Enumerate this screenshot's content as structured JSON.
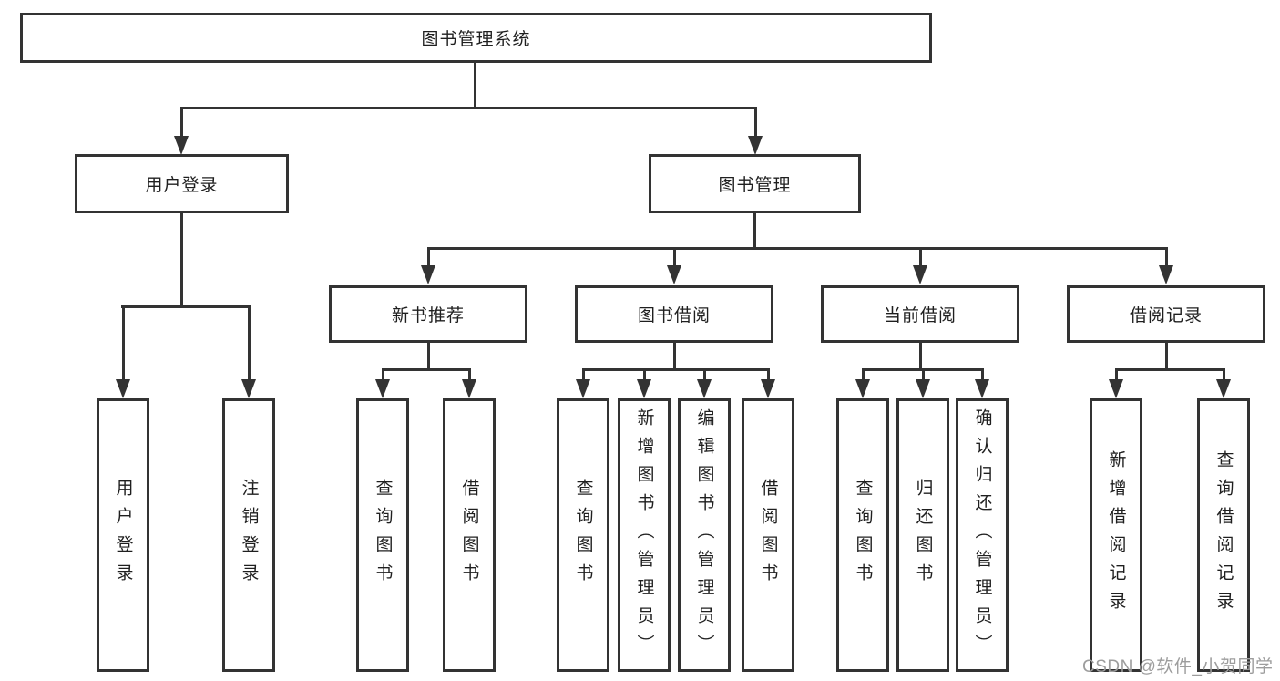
{
  "diagram": {
    "root": "图书管理系统",
    "level2": {
      "user_login": "用户登录",
      "book_mgmt": "图书管理"
    },
    "user_login_children": [
      "用户登录",
      "注销登录"
    ],
    "book_mgmt_children": [
      "新书推荐",
      "图书借阅",
      "当前借阅",
      "借阅记录"
    ],
    "new_book_children": [
      "查询图书",
      "借阅图书"
    ],
    "borrow_children": [
      "查询图书",
      "新增图书（管理员）",
      "编辑图书（管理员）",
      "借阅图书"
    ],
    "current_children": [
      "查询图书",
      "归还图书",
      "确认归还（管理员）"
    ],
    "record_children": [
      "新增借阅记录",
      "查询借阅记录"
    ]
  },
  "watermark": "CSDN @软件_小贺同学",
  "colors": {
    "line": "#333333",
    "text": "#1f1f1f",
    "watermark": "#9d9d9d",
    "background": "#ffffff"
  }
}
